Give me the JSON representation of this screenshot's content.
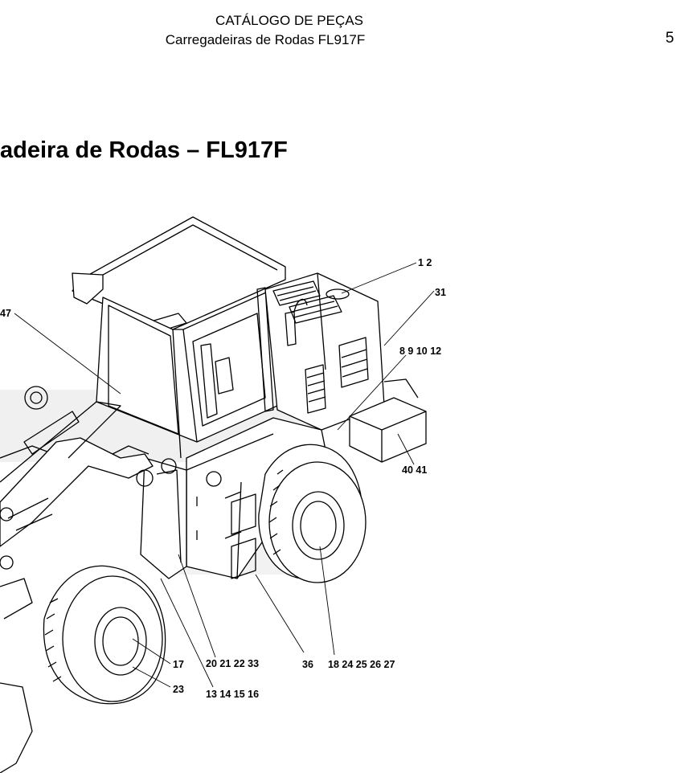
{
  "header": {
    "line1": "CATÁLOGO DE PEÇAS",
    "line2": "Carregadeiras de Rodas FL917F",
    "page_number": "5"
  },
  "title": "adeira de Rodas – FL917F",
  "callouts": {
    "c01": "1 2",
    "c02": "31",
    "c03": "8 9 10 12",
    "c04": "40 41",
    "c05": "47",
    "c06": "17",
    "c07": "20 21 22 33",
    "c08": "36",
    "c09": "18 24 25 26 27",
    "c10": "23",
    "c11": "13 14 15 16"
  }
}
